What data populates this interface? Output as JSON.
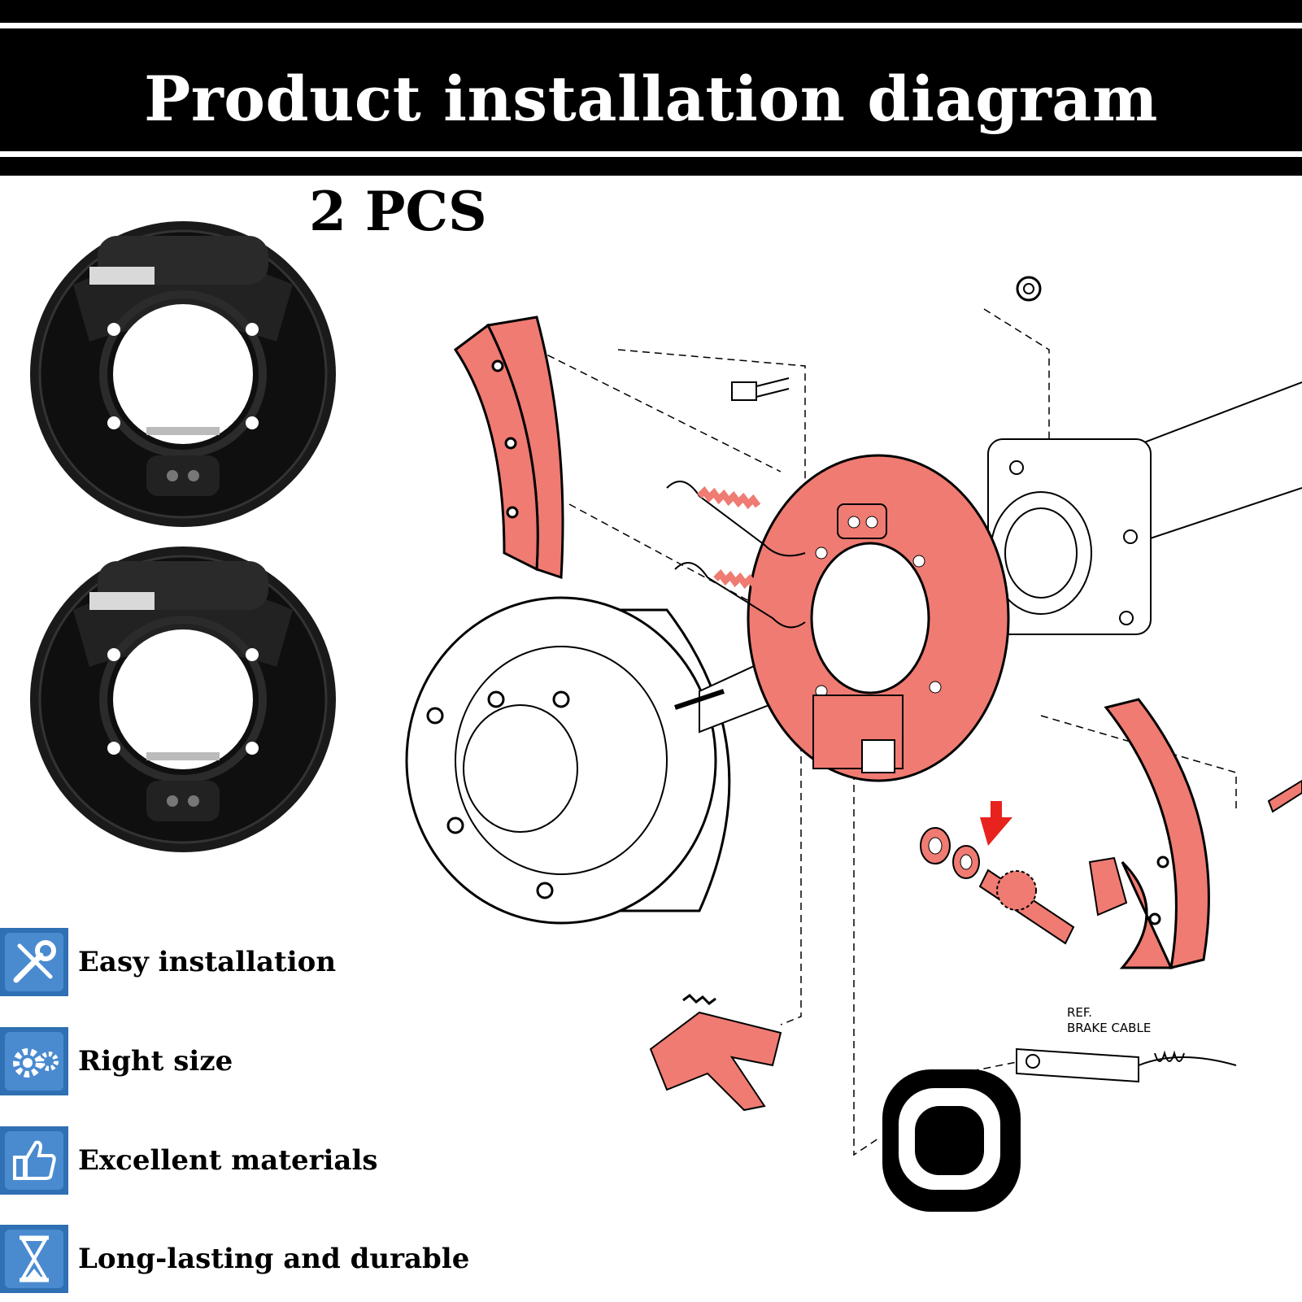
{
  "header": {
    "title": "Product installation diagram"
  },
  "quantity": "2 PCS",
  "callout": {
    "line1": "REF.",
    "line2": "BRAKE CABLE"
  },
  "features": [
    {
      "label": "Easy installation",
      "icon": "wrench-screwdriver-icon"
    },
    {
      "label": "Right size",
      "icon": "gears-icon"
    },
    {
      "label": "Excellent materials",
      "icon": "thumbs-up-icon"
    },
    {
      "label": "Long-lasting and durable",
      "icon": "hourglass-icon"
    }
  ],
  "colors": {
    "part_red": "#ef7b72",
    "badge_blue": "#2f6fb3",
    "header_bg": "#000000"
  }
}
